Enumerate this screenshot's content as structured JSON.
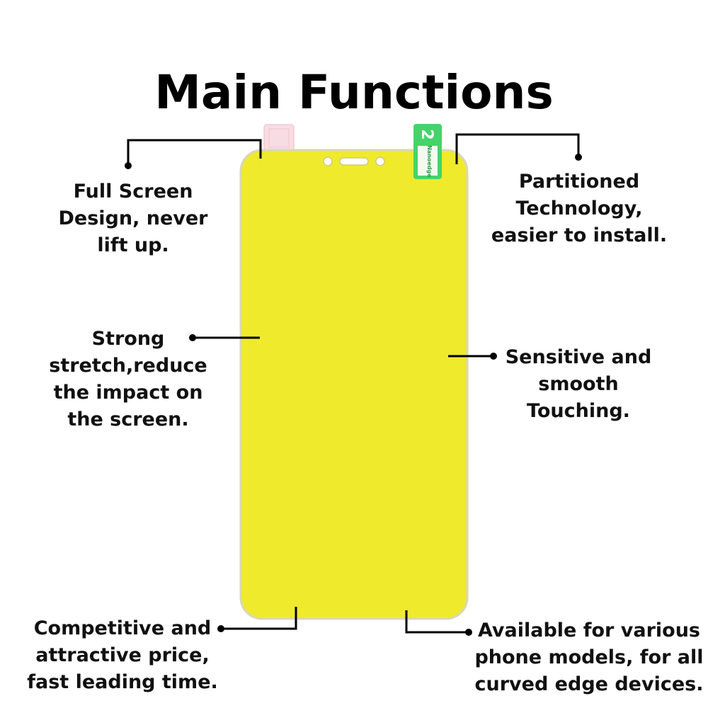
{
  "title": "Main Functions",
  "colors": {
    "film_fill": "#efea2c",
    "film_edge": "#d9d7b8",
    "tab_green": "#44d46a",
    "tab_pink": "#f7dde3",
    "line": "#000000"
  },
  "film_tab": {
    "number": "2",
    "text": "Nanoedge"
  },
  "callouts": [
    {
      "id": "full-screen",
      "text": "Full Screen\nDesign, never\nlift up."
    },
    {
      "id": "partitioned",
      "text": "Partitioned\nTechnology,\neasier to install."
    },
    {
      "id": "strong-stretch",
      "text": "Strong\nstretch,reduce\nthe impact on\nthe screen."
    },
    {
      "id": "sensitive",
      "text": "Sensitive and\nsmooth\nTouching."
    },
    {
      "id": "price",
      "text": "Competitive and\nattractive price,\nfast leading time."
    },
    {
      "id": "models",
      "text": "Available for various\nphone models, for all\ncurved edge devices."
    }
  ]
}
